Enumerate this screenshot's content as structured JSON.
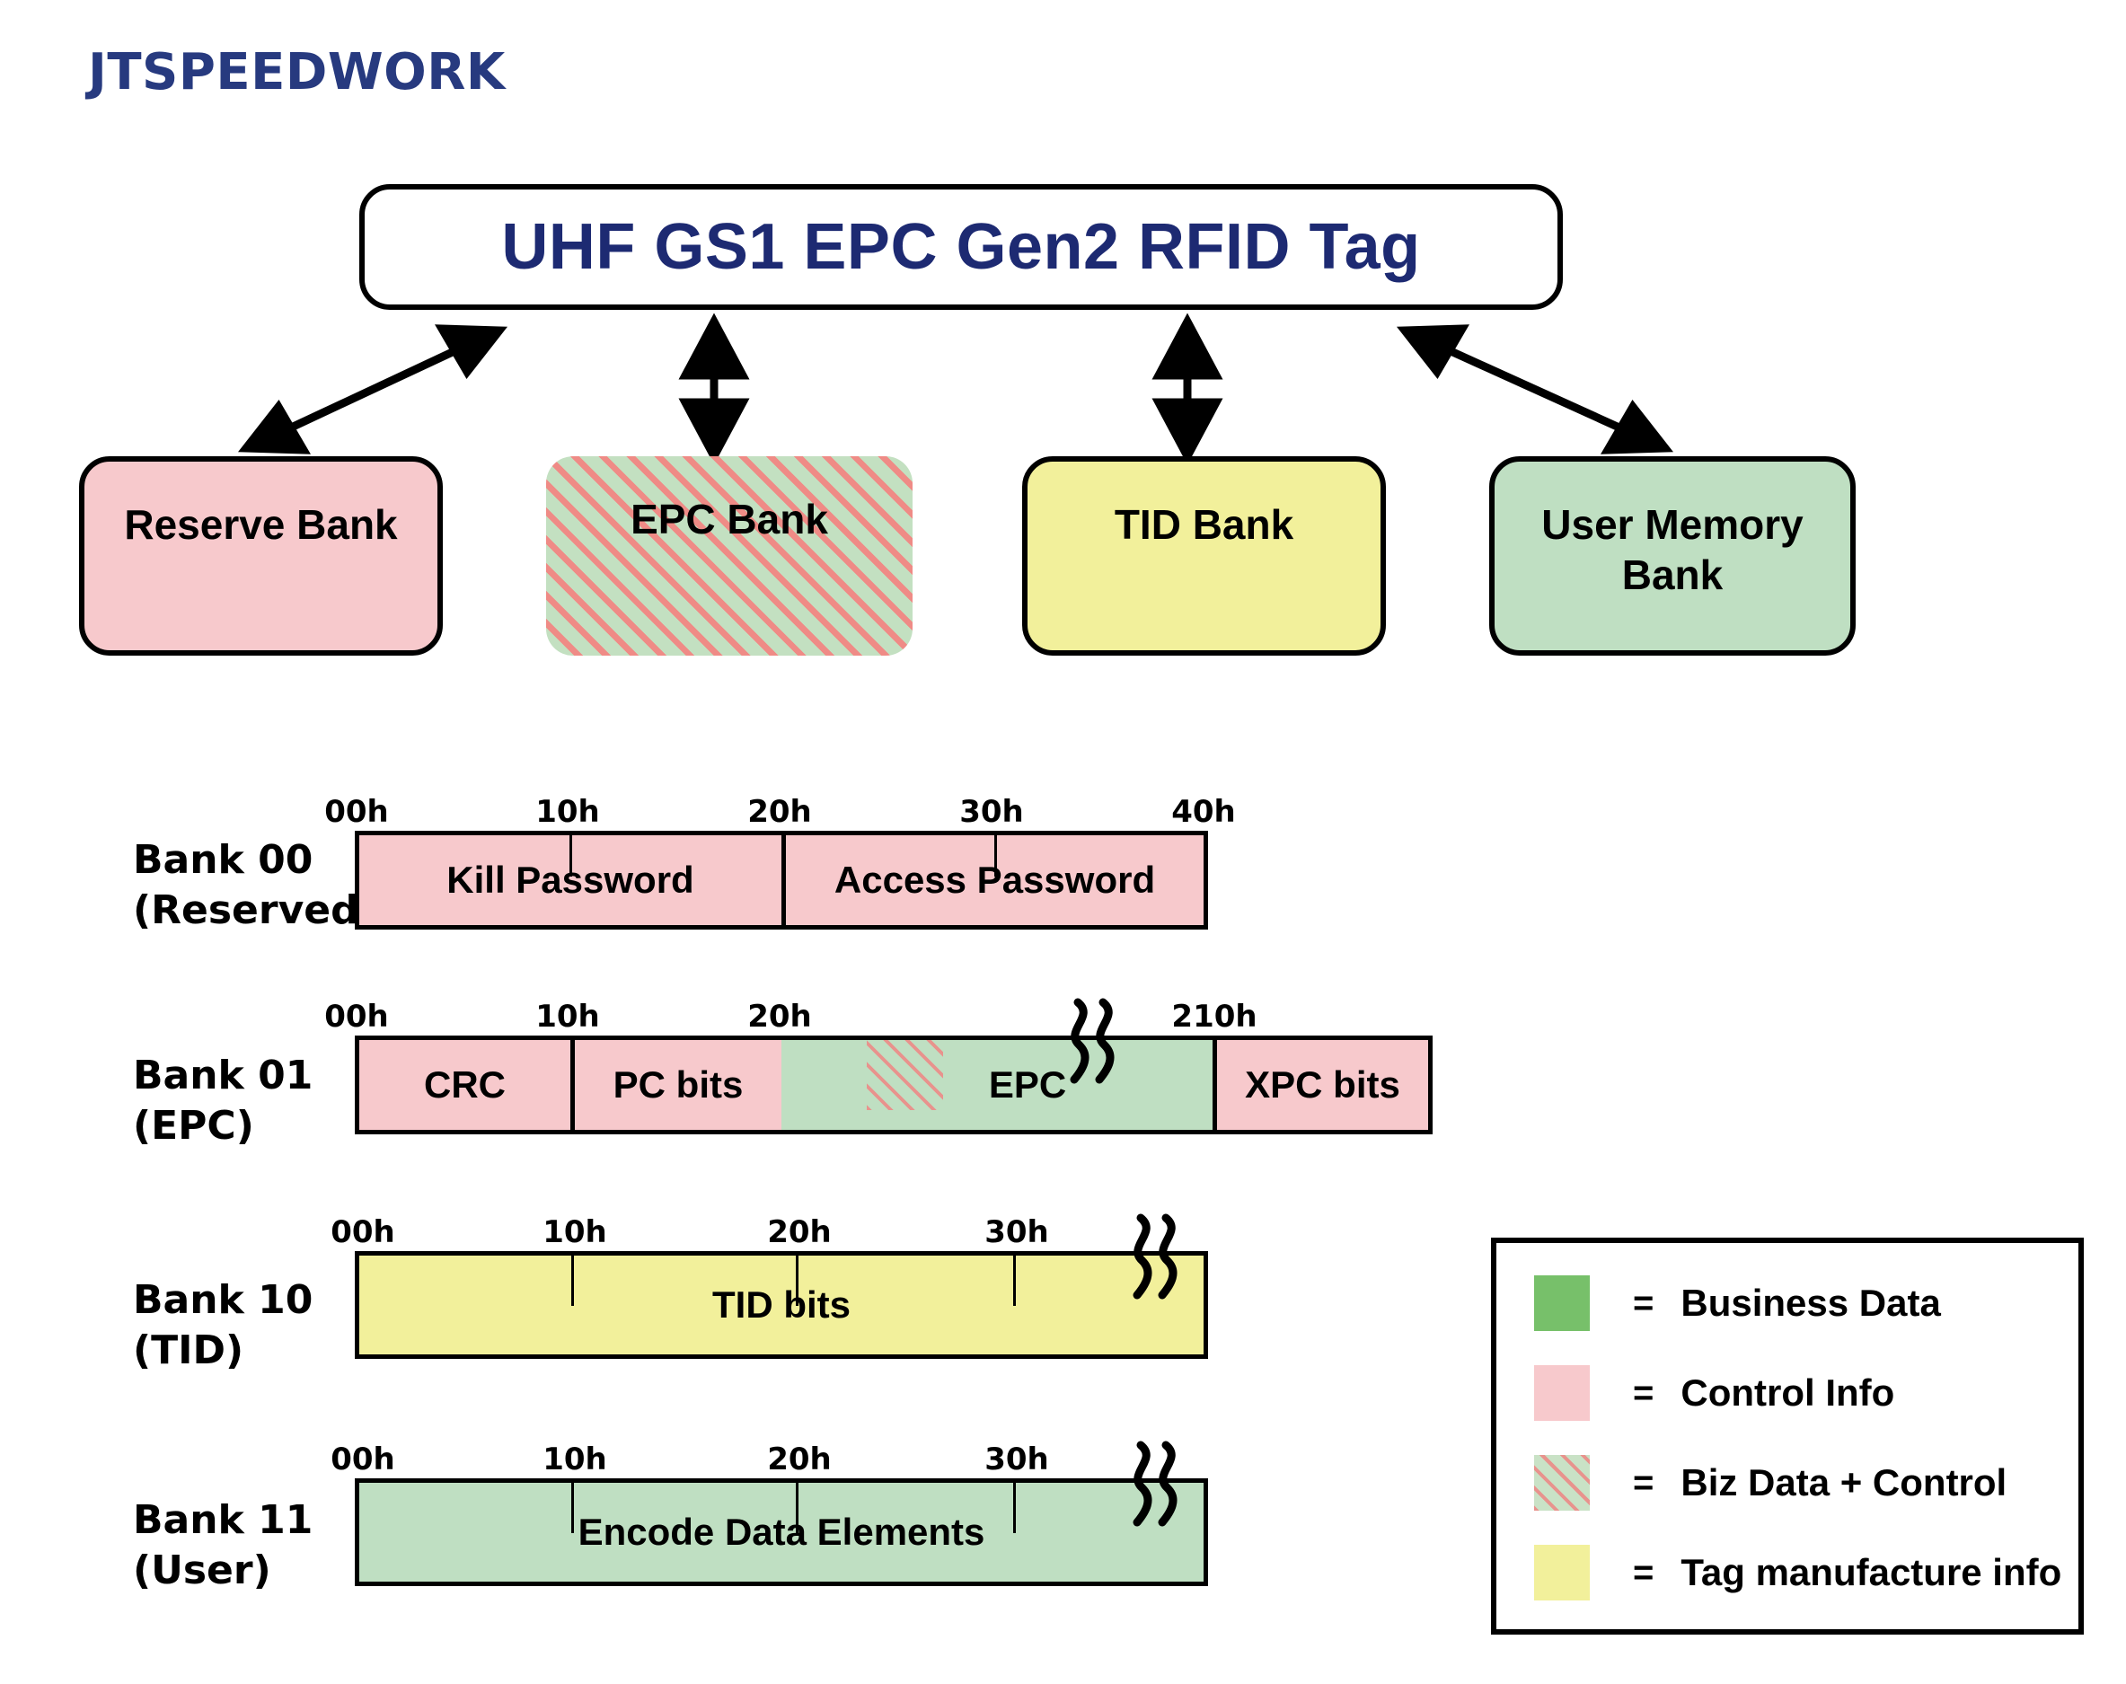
{
  "brand": {
    "logo_text": "JTSPEEDWORK",
    "logo_color": "#273a7f"
  },
  "title": {
    "text": "UHF GS1 EPC Gen2 RFID Tag",
    "color": "#1d2a72"
  },
  "banks": [
    {
      "label": "Reserve Bank",
      "fill": "#f7c9cc"
    },
    {
      "label": "EPC Bank",
      "fill": "hatched-green-pink"
    },
    {
      "label": "TID Bank",
      "fill": "#f2f09b"
    },
    {
      "label": "User Memory Bank",
      "fill": "#bfdfc2"
    }
  ],
  "memory_map": {
    "rows": [
      {
        "row_label": "Bank 00\n(Reserved)",
        "ticks": [
          "00h",
          "10h",
          "20h",
          "30h",
          "40h"
        ],
        "segments": [
          {
            "label": "Kill Password",
            "fill": "#f7c9cc"
          },
          {
            "label": "Access Password",
            "fill": "#f7c9cc"
          }
        ],
        "has_break": false
      },
      {
        "row_label": "Bank 01\n(EPC)",
        "ticks": [
          "00h",
          "10h",
          "20h",
          "210h"
        ],
        "segments": [
          {
            "label": "CRC",
            "fill": "#f7c9cc"
          },
          {
            "label": "PC bits",
            "fill": "#f7c9cc"
          },
          {
            "label": "EPC",
            "fill": "#bfdfc2"
          },
          {
            "label": "XPC bits",
            "fill": "#f7c9cc"
          }
        ],
        "has_break": true
      },
      {
        "row_label": "Bank 10\n(TID)",
        "ticks": [
          "00h",
          "10h",
          "20h",
          "30h"
        ],
        "segments": [
          {
            "label": "TID bits",
            "fill": "#f2f09b"
          }
        ],
        "has_break": true
      },
      {
        "row_label": "Bank 11\n(User)",
        "ticks": [
          "00h",
          "10h",
          "20h",
          "30h"
        ],
        "segments": [
          {
            "label": "Encode Data Elements",
            "fill": "#bfdfc2"
          }
        ],
        "has_break": true
      }
    ]
  },
  "legend": {
    "equals": "=",
    "items": [
      {
        "swatch": "#77c06a",
        "label": "Business Data"
      },
      {
        "swatch": "#f7c9cc",
        "label": "Control Info"
      },
      {
        "swatch": "hatched",
        "label": "Biz Data + Control"
      },
      {
        "swatch": "#f2f09b",
        "label": "Tag manufacture info"
      }
    ]
  }
}
